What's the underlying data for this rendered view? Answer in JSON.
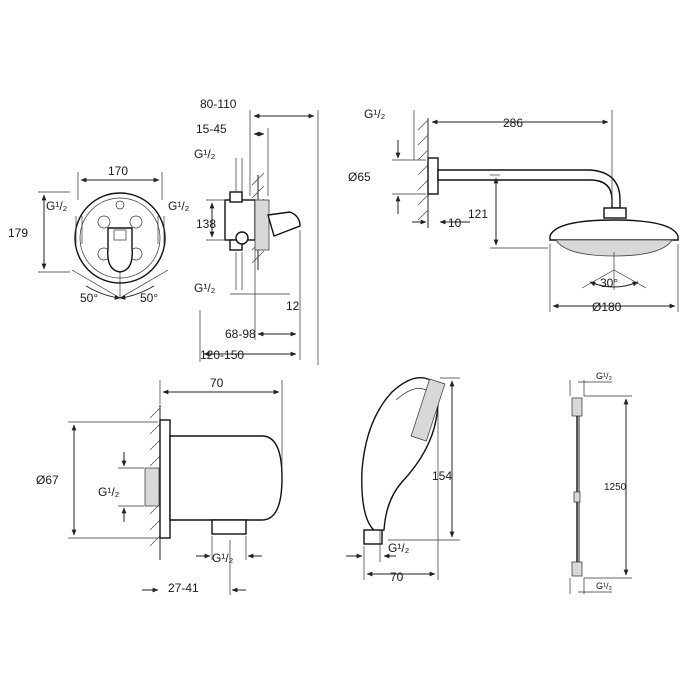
{
  "mixer_front": {
    "width": "170",
    "height": "179",
    "thread_left": "G¹/₂",
    "thread_right": "G¹/₂",
    "angle_left": "50°",
    "angle_right": "50°"
  },
  "mixer_side": {
    "depth_total": "80-110",
    "depth_inner": "15-45",
    "thread_top": "G¹/₂",
    "height_inner": "138",
    "thread_bottom": "G¹/₂",
    "lever_offset": "12",
    "range_a": "68-98",
    "range_b": "120-150"
  },
  "shower_head": {
    "thread": "G¹/₂",
    "arm_length": "286",
    "flange_diameter": "Ø65",
    "flange_depth": "10",
    "drop": "121",
    "tilt": "30°",
    "head_diameter": "Ø180"
  },
  "wall_outlet": {
    "length": "70",
    "diameter": "Ø67",
    "thread_in": "G¹/₂",
    "thread_out": "G¹/₂",
    "depth_range": "27-41"
  },
  "hand_shower": {
    "height": "154",
    "thread": "G¹/₂",
    "width": "70"
  },
  "hose": {
    "thread_top": "G¹/₂",
    "length": "1250",
    "thread_bottom": "G¹/₂"
  }
}
